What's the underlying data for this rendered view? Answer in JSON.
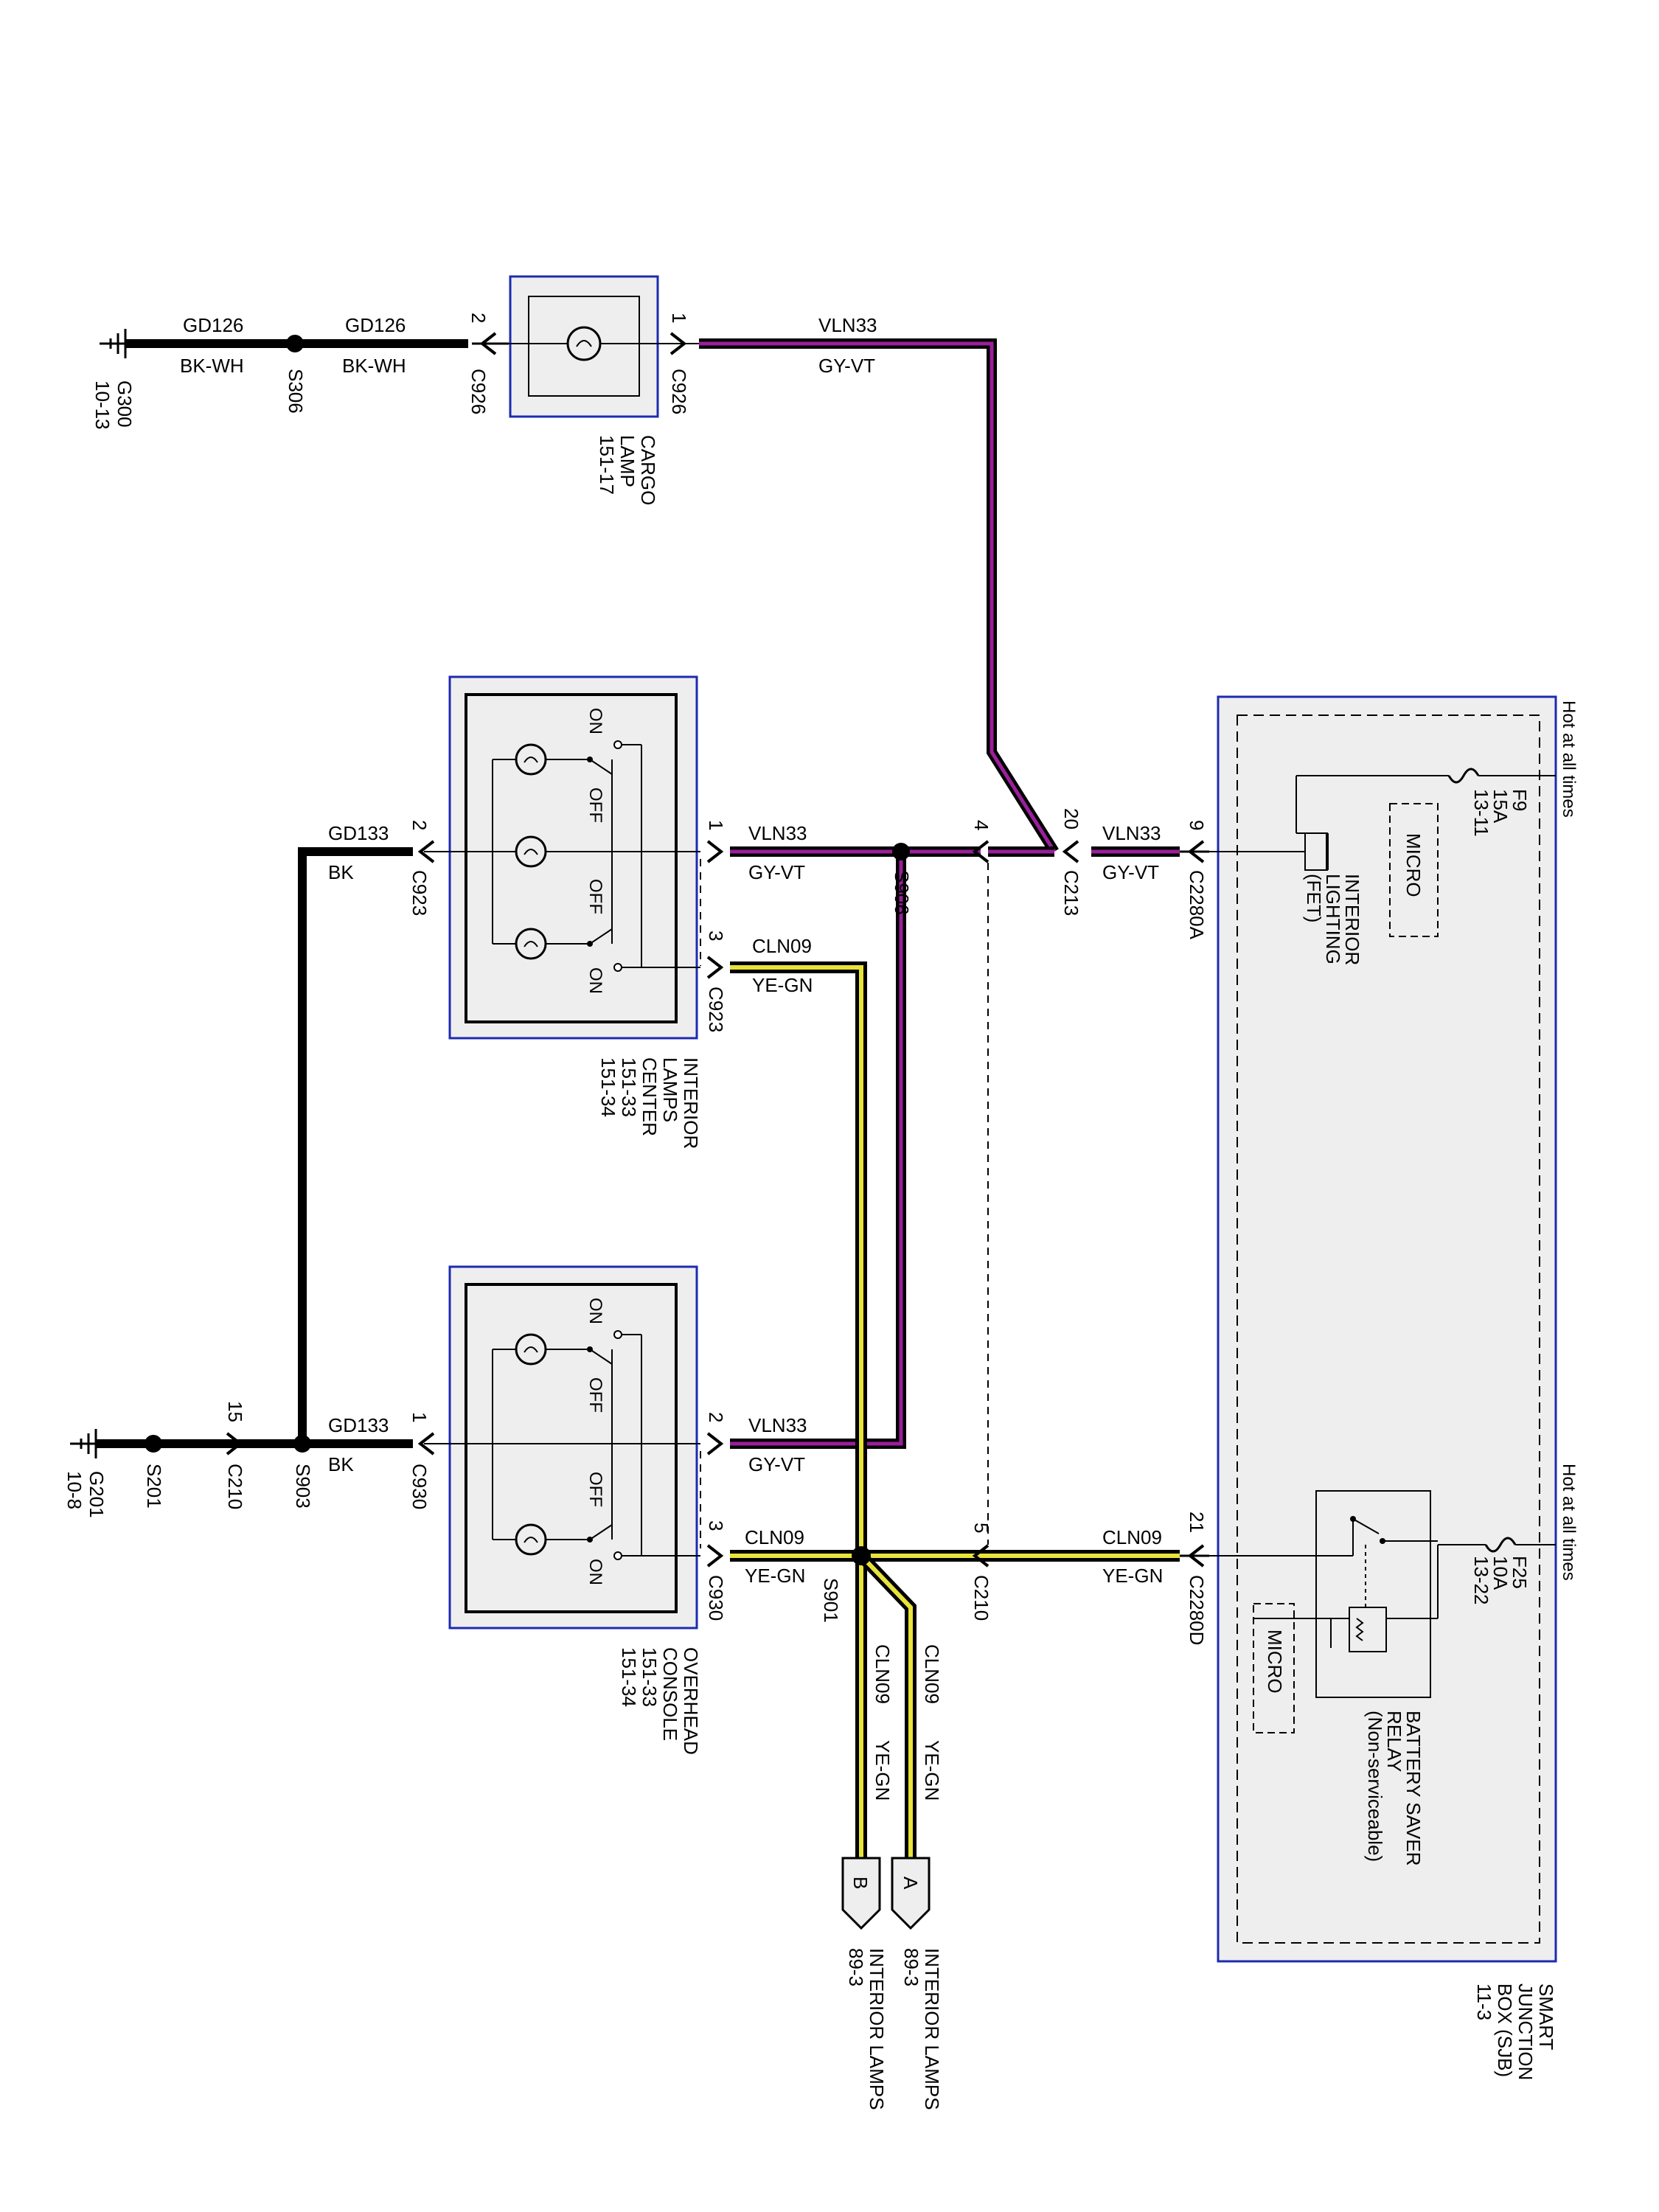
{
  "colors": {
    "vln33_stripe": "#9b1f9b",
    "cln09_stripe": "#e8e33a",
    "wire_black": "#000000",
    "component_border": "#1c2bb0",
    "component_fill": "#eeeeee"
  },
  "icons": {
    "ground": "ground-symbol-icon",
    "lamp": "lamp-bulb-icon",
    "fuse": "fuse-icon",
    "splice": "splice-dot-icon",
    "relay": "relay-icon",
    "connector": "connector-arrow-icon"
  },
  "wires": {
    "gd126": {
      "circuit": "GD126",
      "color": "BK-WH"
    },
    "vln33": {
      "circuit": "VLN33",
      "color": "GY-VT"
    },
    "gd133": {
      "circuit": "GD133",
      "color": "BK"
    },
    "cln09": {
      "circuit": "CLN09",
      "color": "YE-GN"
    }
  },
  "grounds": {
    "g300": {
      "name": "G300",
      "ref": "10-13"
    },
    "g201": {
      "name": "G201",
      "ref": "10-8"
    }
  },
  "splices": {
    "s306": "S306",
    "s906": "S906",
    "s903": "S903",
    "s901": "S901",
    "s201": "S201"
  },
  "connectors": {
    "c926": "C926",
    "c923": "C923",
    "c930": "C930",
    "c213": "C213",
    "c210": "C210",
    "c2280a": "C2280A",
    "c2280d": "C2280D"
  },
  "pins": {
    "c926_gnd": "2",
    "c926_pwr": "1",
    "c923_gnd": "2",
    "c923_pwr": "1",
    "c923_ctl": "3",
    "c930_gnd": "1",
    "c930_pwr": "2",
    "c930_ctl": "3",
    "c213": "20",
    "c213_4": "4",
    "c210_5": "5",
    "c210_15": "15",
    "c2280a": "9",
    "c2280d": "21"
  },
  "components": {
    "cargo_lamp": [
      "CARGO",
      "LAMP",
      "151-17"
    ],
    "center_lamps": [
      "INTERIOR",
      "LAMPS",
      "CENTER",
      "151-33",
      "151-34"
    ],
    "overhead_console": [
      "OVERHEAD",
      "CONSOLE",
      "151-33",
      "151-34"
    ],
    "sjb": [
      "SMART",
      "JUNCTION",
      "BOX (SJB)",
      "11-3"
    ]
  },
  "switch_labels": {
    "on": "ON",
    "off": "OFF"
  },
  "sjb": {
    "hot_label": "Hot at all times",
    "fuse_f9": [
      "F9",
      "15A",
      "13-11"
    ],
    "fuse_f25": [
      "F25",
      "10A",
      "13-22"
    ],
    "micro": "MICRO",
    "interior_lighting": [
      "INTERIOR",
      "LIGHTING",
      "(FET)"
    ],
    "battery_saver": [
      "BATTERY SAVER",
      "RELAY",
      "(Non-serviceable)"
    ]
  },
  "offpage": {
    "a": {
      "letter": "A",
      "lines": [
        "INTERIOR LAMPS",
        "89-3"
      ]
    },
    "b": {
      "letter": "B",
      "lines": [
        "INTERIOR LAMPS",
        "89-3"
      ]
    }
  }
}
